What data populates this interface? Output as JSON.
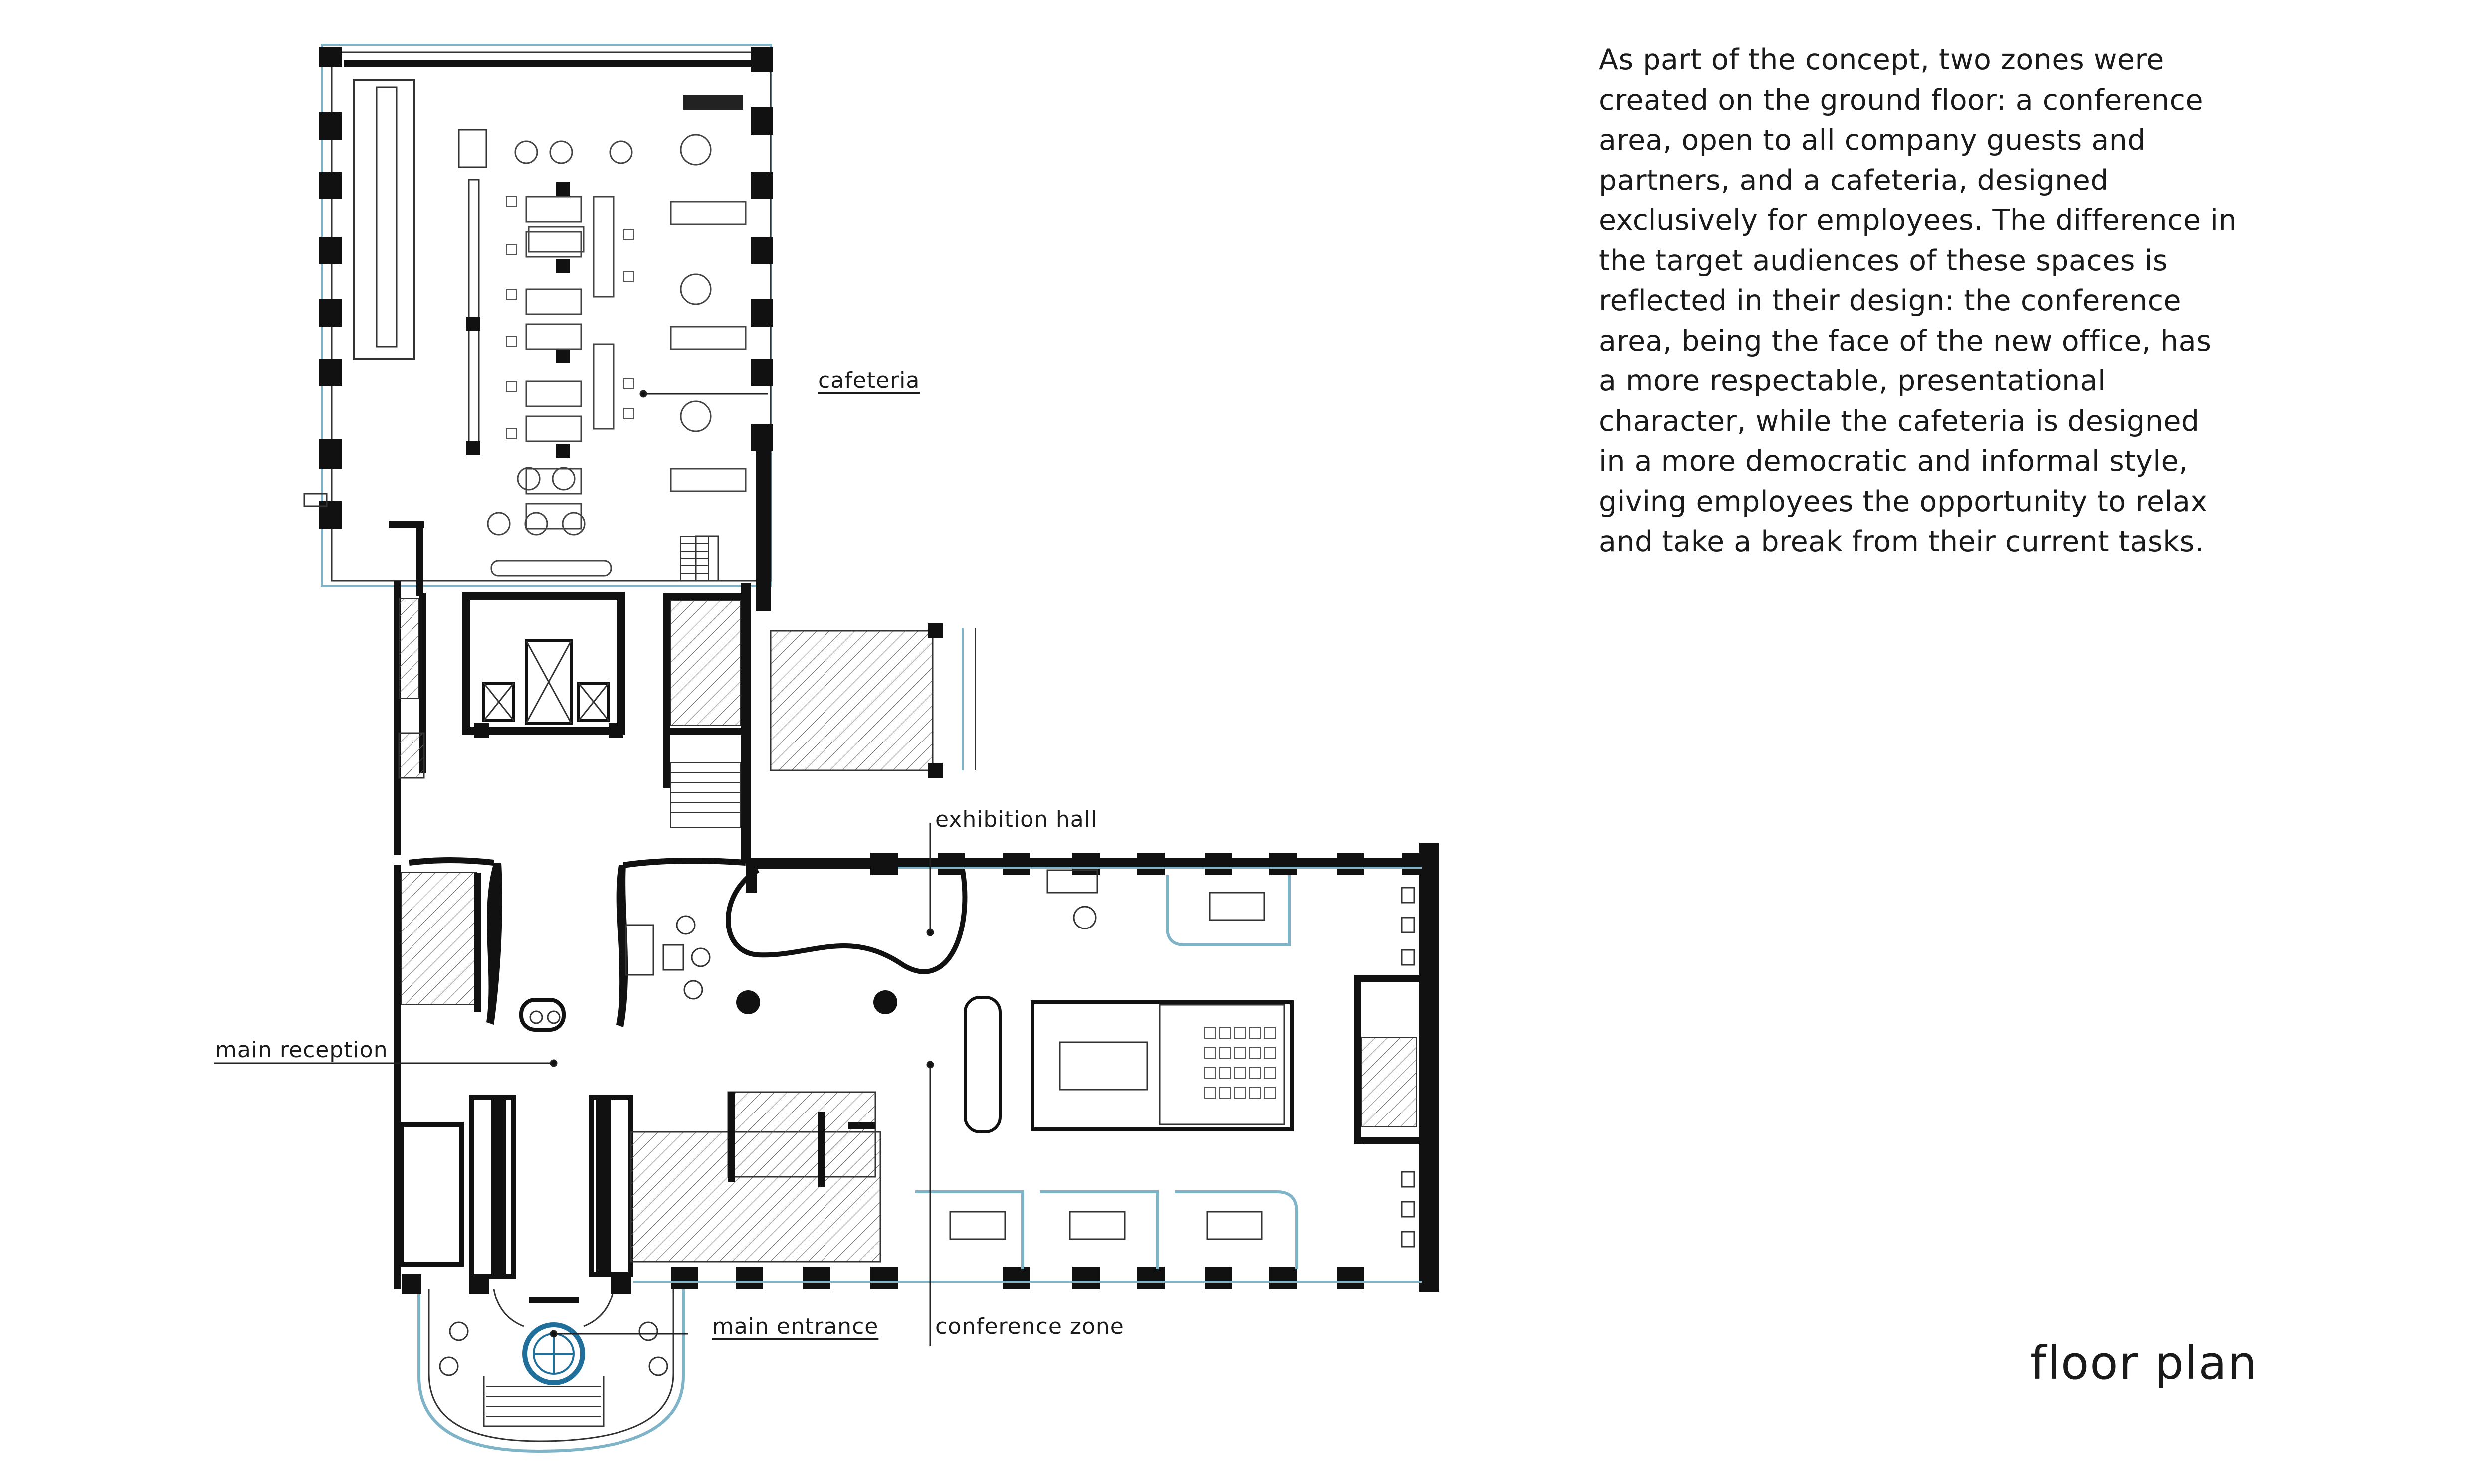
{
  "labels": {
    "cafeteria": "cafeteria",
    "exhibition_hall": "exhibition hall",
    "main_reception": "main reception",
    "main_entrance": "main entrance",
    "conference_zone": "conference zone"
  },
  "description_lines": [
    "As part of the concept, two zones were",
    "created on the ground floor: a conference",
    "area, open to all company guests and",
    "partners, and a cafeteria, designed",
    "exclusively for employees. The difference in",
    "the target audiences of these spaces is",
    "reflected in their design: the conference",
    "area, being the face of the new office, has",
    "a more respectable, presentational",
    "character, while the cafeteria is designed",
    "in a more democratic and informal style,",
    "giving employees the opportunity to relax",
    "and take a break from their current tasks."
  ],
  "title": "floor plan",
  "colors": {
    "wall": "#111111",
    "line": "#333333",
    "glass": "#7fb3c8",
    "hatch": "#555555",
    "accent": "#1f6f9a"
  }
}
